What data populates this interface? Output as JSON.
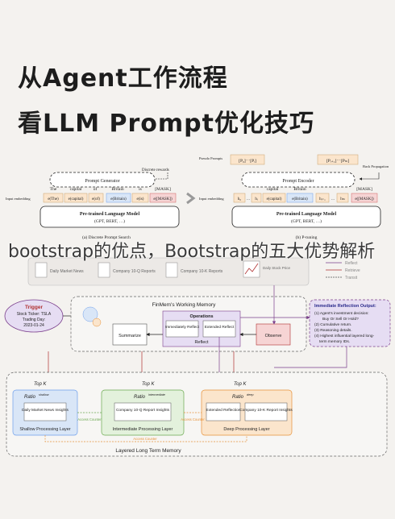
{
  "title": {
    "line1": "从Agent工作流程",
    "line2": "看LLM Prompt优化技巧"
  },
  "watermark": "bootstrap的优点，Bootstrap的五大优势解析",
  "colors": {
    "background": "#f4f2ef",
    "box_blue": "#d9e6f7",
    "box_red": "#f6d4d4",
    "box_green": "#e3f1dc",
    "box_orange": "#fbe5cc",
    "box_purple": "#e6ddf3",
    "arrow_purple": "#7b3f8c",
    "arrow_red": "#b03030",
    "dash_green": "#6aa84f",
    "dash_orange": "#e69138",
    "dash_blue": "#6d9eeb"
  },
  "discrete": {
    "discrete_rewards": "Discrete rewards",
    "prompt_generator": "Prompt Generator",
    "words": [
      "The",
      "capital",
      "of",
      "Britain",
      "is",
      "[MASK]"
    ],
    "input_label": "Input embedding",
    "embeds": [
      "e(The)",
      "e(capital)",
      "e(of)",
      "e(Britain)",
      "e(is)",
      "e([MASK])"
    ],
    "lm_name": "Pre-trained Language Model",
    "lm_sub": "(GPT, BERT, …)",
    "caption": "(a) Discrete Prompt Search"
  },
  "ptuning": {
    "pseudo_prompts": "Pseudo Prompts",
    "pseudo1": "[P₀]⋯[Pᵢ]",
    "pseudo2": "[Pᵢ₊₁]⋯[Pₘ]",
    "back_prop": "Back Propagation",
    "prompt_encoder": "Prompt Encoder",
    "words": [
      "capital",
      "Britain",
      "[MASK]"
    ],
    "input_label": "Input embedding",
    "embeds": [
      "h₀",
      "…",
      "hᵢ",
      "e(capital)",
      "e(Britain)",
      "hᵢ₊₁",
      "…",
      "hₘ",
      "e([MASK])"
    ],
    "lm_name": "Pre-trained Language Model",
    "lm_sub": "(GPT, BERT, …)",
    "caption": "(b) P-tuning"
  },
  "finmem": {
    "sources": [
      "Daily Market News",
      "Company 10-Q Reports",
      "Company 10-K Reports",
      "Daily Stock Price"
    ],
    "legend": [
      "Reflect",
      "Retrieve",
      "Transit"
    ],
    "trigger_title": "Trigger",
    "trigger_lines": [
      "Stock Ticker: TSLA",
      "Trading Day:",
      "2023-01-24"
    ],
    "working_memory": "FinMem's Working Memory",
    "operations": "Operations",
    "summarize": "Summarize",
    "immediately_reflect": "Immediately Reflect",
    "extended_reflect": "Extended Reflect",
    "reflect": "Reflect",
    "observe": "Observe",
    "output_title": "Immediate Reflection Output:",
    "output_lines": [
      "(1) Agent's investment decision:",
      "Buy Or Sell Or Hold?",
      "(2) Cumulative return.",
      "(3) Reasoning details.",
      "(4) Highest influential layered long-",
      "term memory IDs."
    ],
    "top_k": "Top K",
    "shallow_ratio": "Ratio",
    "shallow_ratio_sub": "shallow",
    "shallow_box": "Daily Market News Insights",
    "shallow_layer": "Shallow Processing Layer",
    "inter_ratio_sub": "intermediate",
    "inter_box": "Company 10-Q Report Insights",
    "inter_layer": "Intermediate Processing Layer",
    "deep_ratio_sub": "deep",
    "deep_box1": "Extended Reflection",
    "deep_box2": "Company 10-K Report Insights",
    "deep_layer": "Deep Processing Layer",
    "access_counter": "Access Counter",
    "long_term": "Layered Long Term Memory"
  }
}
